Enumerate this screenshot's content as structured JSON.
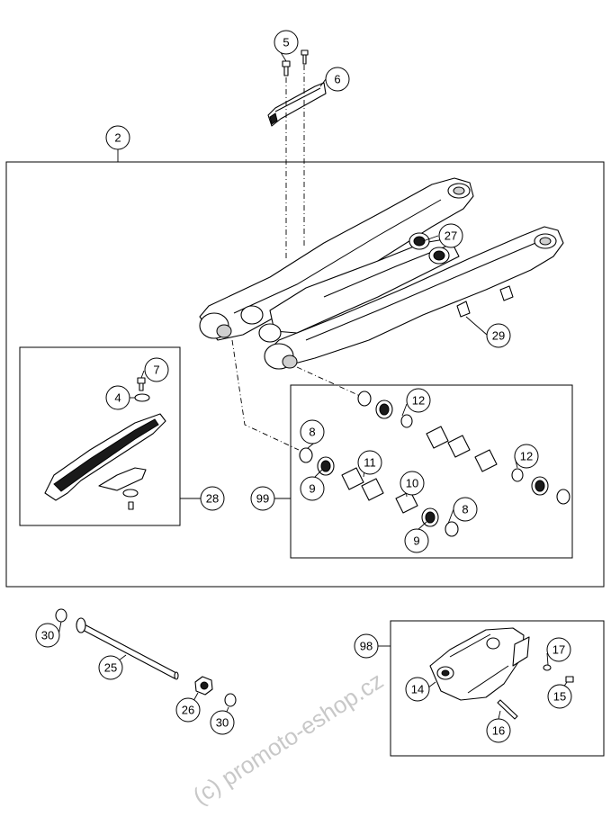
{
  "diagram": {
    "callouts": {
      "c2": "2",
      "c5": "5",
      "c6": "6",
      "c27": "27",
      "c29": "29",
      "c7": "7",
      "c4": "4",
      "c28": "28",
      "c99": "99",
      "c8a": "8",
      "c9a": "9",
      "c11": "11",
      "c10": "10",
      "c8b": "8",
      "c9b": "9",
      "c12a": "12",
      "c12b": "12",
      "c30a": "30",
      "c25": "25",
      "c26": "26",
      "c30b": "30",
      "c98": "98",
      "c17": "17",
      "c14": "14",
      "c15": "15",
      "c16": "16"
    },
    "watermark": "(c) promoto-eshop.cz"
  }
}
